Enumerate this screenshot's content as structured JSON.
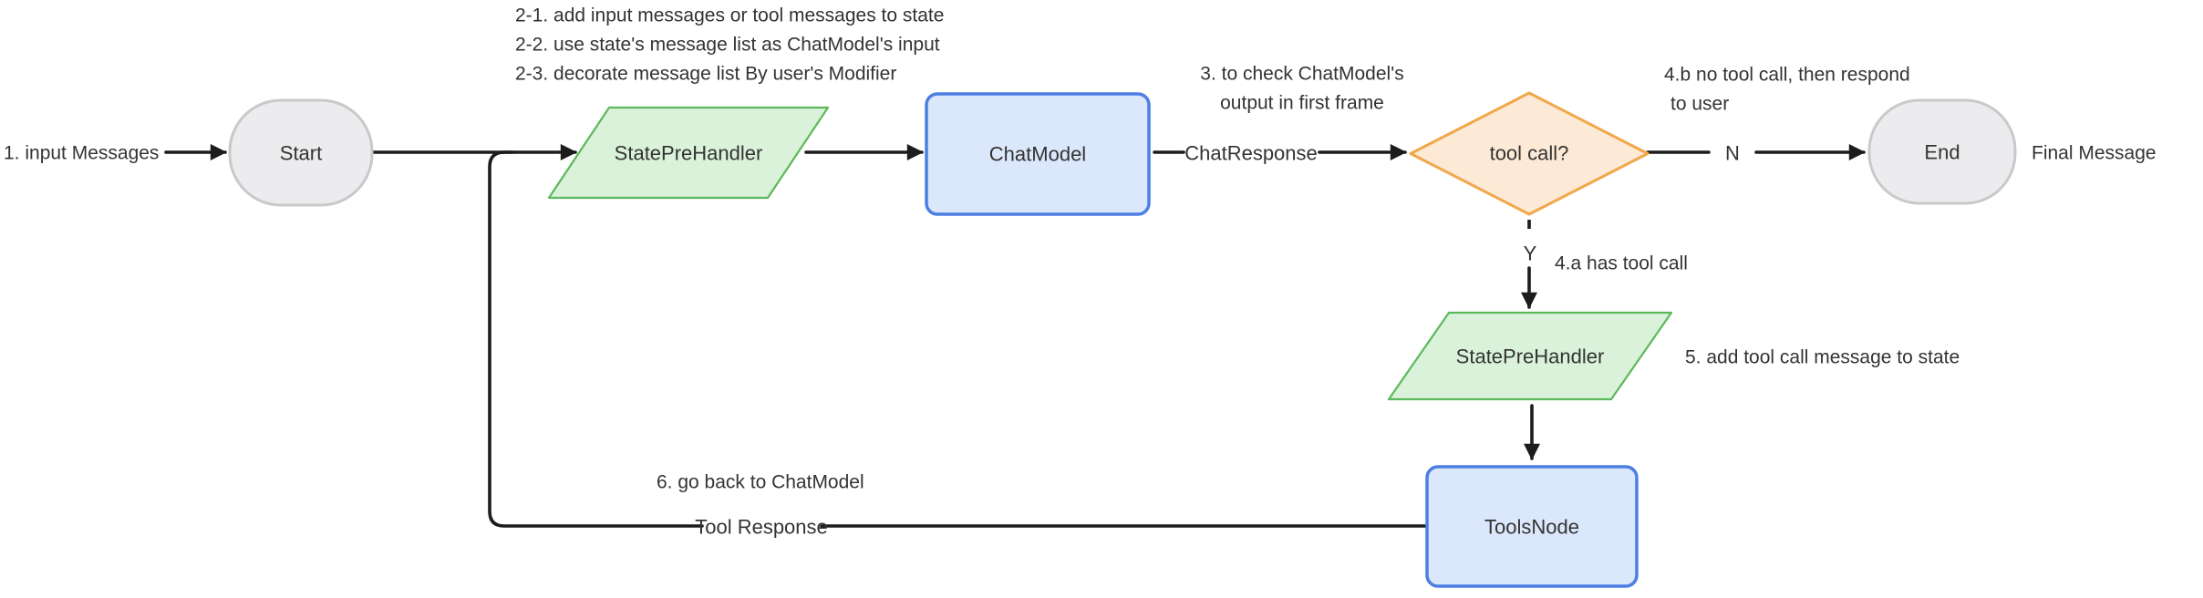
{
  "diagram": {
    "colors": {
      "text": "#333333",
      "line": "#1c1c1c",
      "gray-fill": "#ececee",
      "gray-border": "#c9c9cb",
      "green-fill": "#d9f2d9",
      "green-border": "#5cb85c",
      "blue-fill": "#dbe7fb",
      "blue-border": "#4d7fe3",
      "orange-fill": "#fcead6",
      "orange-border": "#f2a74a"
    },
    "nodes": {
      "start": {
        "label": "Start",
        "shape": "stadium"
      },
      "state_pre_handler_top": {
        "label": "StatePreHandler",
        "shape": "parallelogram"
      },
      "chat_model": {
        "label": "ChatModel",
        "shape": "rounded-rect"
      },
      "tool_call_decision": {
        "label": "tool call?",
        "shape": "diamond"
      },
      "end": {
        "label": "End",
        "shape": "stadium"
      },
      "state_pre_handler_bottom": {
        "label": "StatePreHandler",
        "shape": "parallelogram"
      },
      "tools_node": {
        "label": "ToolsNode",
        "shape": "rounded-rect"
      }
    },
    "edge_labels": {
      "chat_response": "ChatResponse",
      "no": "N",
      "yes": "Y",
      "tool_response": "Tool Response"
    },
    "annotations": {
      "step1": "1. input Messages",
      "step2_line1": "2-1. add input messages or tool messages to state",
      "step2_line2": "2-2. use state's message list as ChatModel's input",
      "step2_line3": "2-3. decorate message list By user's Modifier",
      "step3_line1": "3. to check ChatModel's",
      "step3_line2": "output in first frame",
      "step4b_line1": "4.b no tool call, then respond",
      "step4b_line2": "to user",
      "step4a": "4.a has tool call",
      "step5": "5. add tool call message to state",
      "step6": "6. go back to ChatModel",
      "final_message": "Final Message"
    }
  }
}
